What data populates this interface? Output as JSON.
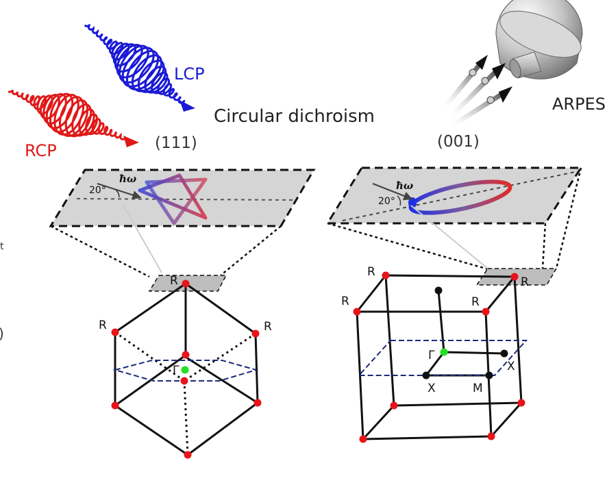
{
  "labels": {
    "lcp": "LCP",
    "rcp": "RCP",
    "circular_dichroism": "Circular dichroism",
    "plane_111": "(111)",
    "plane_001": "(001)",
    "arpes": "ARPES",
    "hbar_omega": "ħω",
    "angle": "20°",
    "point_R": "R",
    "point_Gamma": "Γ",
    "point_X": "X",
    "point_M": "M",
    "edge_t": "t",
    "edge_paren": ")"
  },
  "colors": {
    "lcp": "#1a1ad6",
    "rcp": "#e01818",
    "high_symmetry_point": "#e8141a",
    "gamma_point": "#22e022",
    "x_point": "#111111",
    "cut_plane": "#1a2a7a"
  }
}
